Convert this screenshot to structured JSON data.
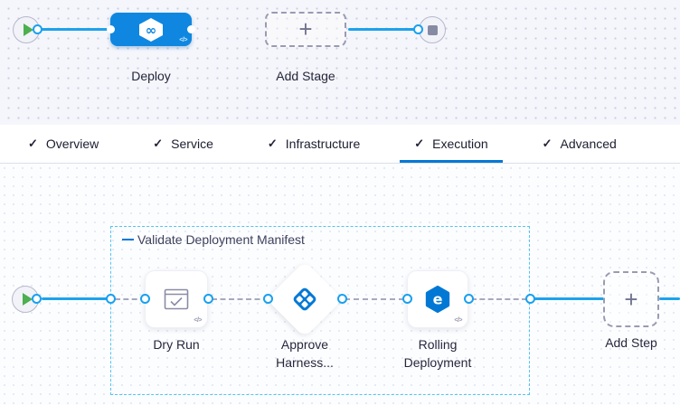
{
  "icons": {
    "check": "✓",
    "plus": "+",
    "code": "</>",
    "cd_infinity": "∞",
    "rolling_glyph": "e"
  },
  "stage_pipeline": {
    "stage_label": "Deploy",
    "add_stage_label": "Add Stage"
  },
  "tabs": [
    {
      "label": "Overview",
      "checked": true,
      "active": false
    },
    {
      "label": "Service",
      "checked": true,
      "active": false
    },
    {
      "label": "Infrastructure",
      "checked": true,
      "active": false
    },
    {
      "label": "Execution",
      "checked": true,
      "active": true
    },
    {
      "label": "Advanced",
      "checked": true,
      "active": false
    }
  ],
  "execution": {
    "group_label": "Validate Deployment Manifest",
    "steps": [
      {
        "label": "Dry Run"
      },
      {
        "label": "Approve Harness..."
      },
      {
        "label": "Rolling Deployment"
      }
    ],
    "add_step_label": "Add Step"
  },
  "colors": {
    "accent_blue": "#0278d5",
    "node_blue": "#0f87e0",
    "connector_blue": "#1da2ec",
    "group_border": "#55c4f0",
    "play_green": "#4caf50",
    "dash_gray": "#a7a9bd"
  }
}
